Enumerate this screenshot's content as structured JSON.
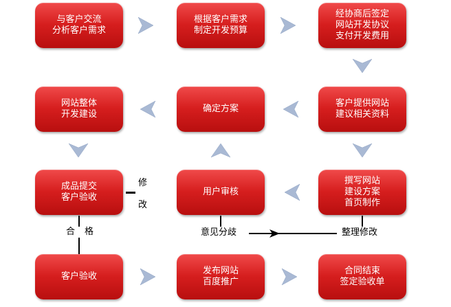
{
  "boxes": [
    {
      "id": "b1",
      "lines": [
        "与客户交流",
        "分析客户需求"
      ]
    },
    {
      "id": "b2",
      "lines": [
        "根据客户需求",
        "制定开发预算"
      ]
    },
    {
      "id": "b3",
      "lines": [
        "经协商后签定",
        "网站开发协议",
        "支付开发费用"
      ]
    },
    {
      "id": "b4",
      "lines": [
        "客户提供网站",
        "建议相关资料"
      ]
    },
    {
      "id": "b5",
      "lines": [
        "确定方案"
      ]
    },
    {
      "id": "b6",
      "lines": [
        "网站整体",
        "开发建设"
      ]
    },
    {
      "id": "b7",
      "lines": [
        "成品提交",
        "客户验收"
      ]
    },
    {
      "id": "b8",
      "lines": [
        "用户审核"
      ]
    },
    {
      "id": "b9",
      "lines": [
        "撰写网站",
        "建设方案",
        "首页制作"
      ]
    },
    {
      "id": "b10",
      "lines": [
        "客户验收"
      ]
    },
    {
      "id": "b11",
      "lines": [
        "发布网站",
        "百度推广"
      ]
    },
    {
      "id": "b12",
      "lines": [
        "合同结束",
        "签定验收单"
      ]
    }
  ],
  "labels": {
    "modify_1": "修",
    "modify_2": "改",
    "pass_1": "合",
    "pass_2": "格",
    "disagreement": "意见分歧",
    "revise": "整理修改"
  },
  "colors": {
    "box": "#d61e1e",
    "arrow": "#a9b9d4",
    "text": "#ffffff",
    "line": "#000000"
  }
}
